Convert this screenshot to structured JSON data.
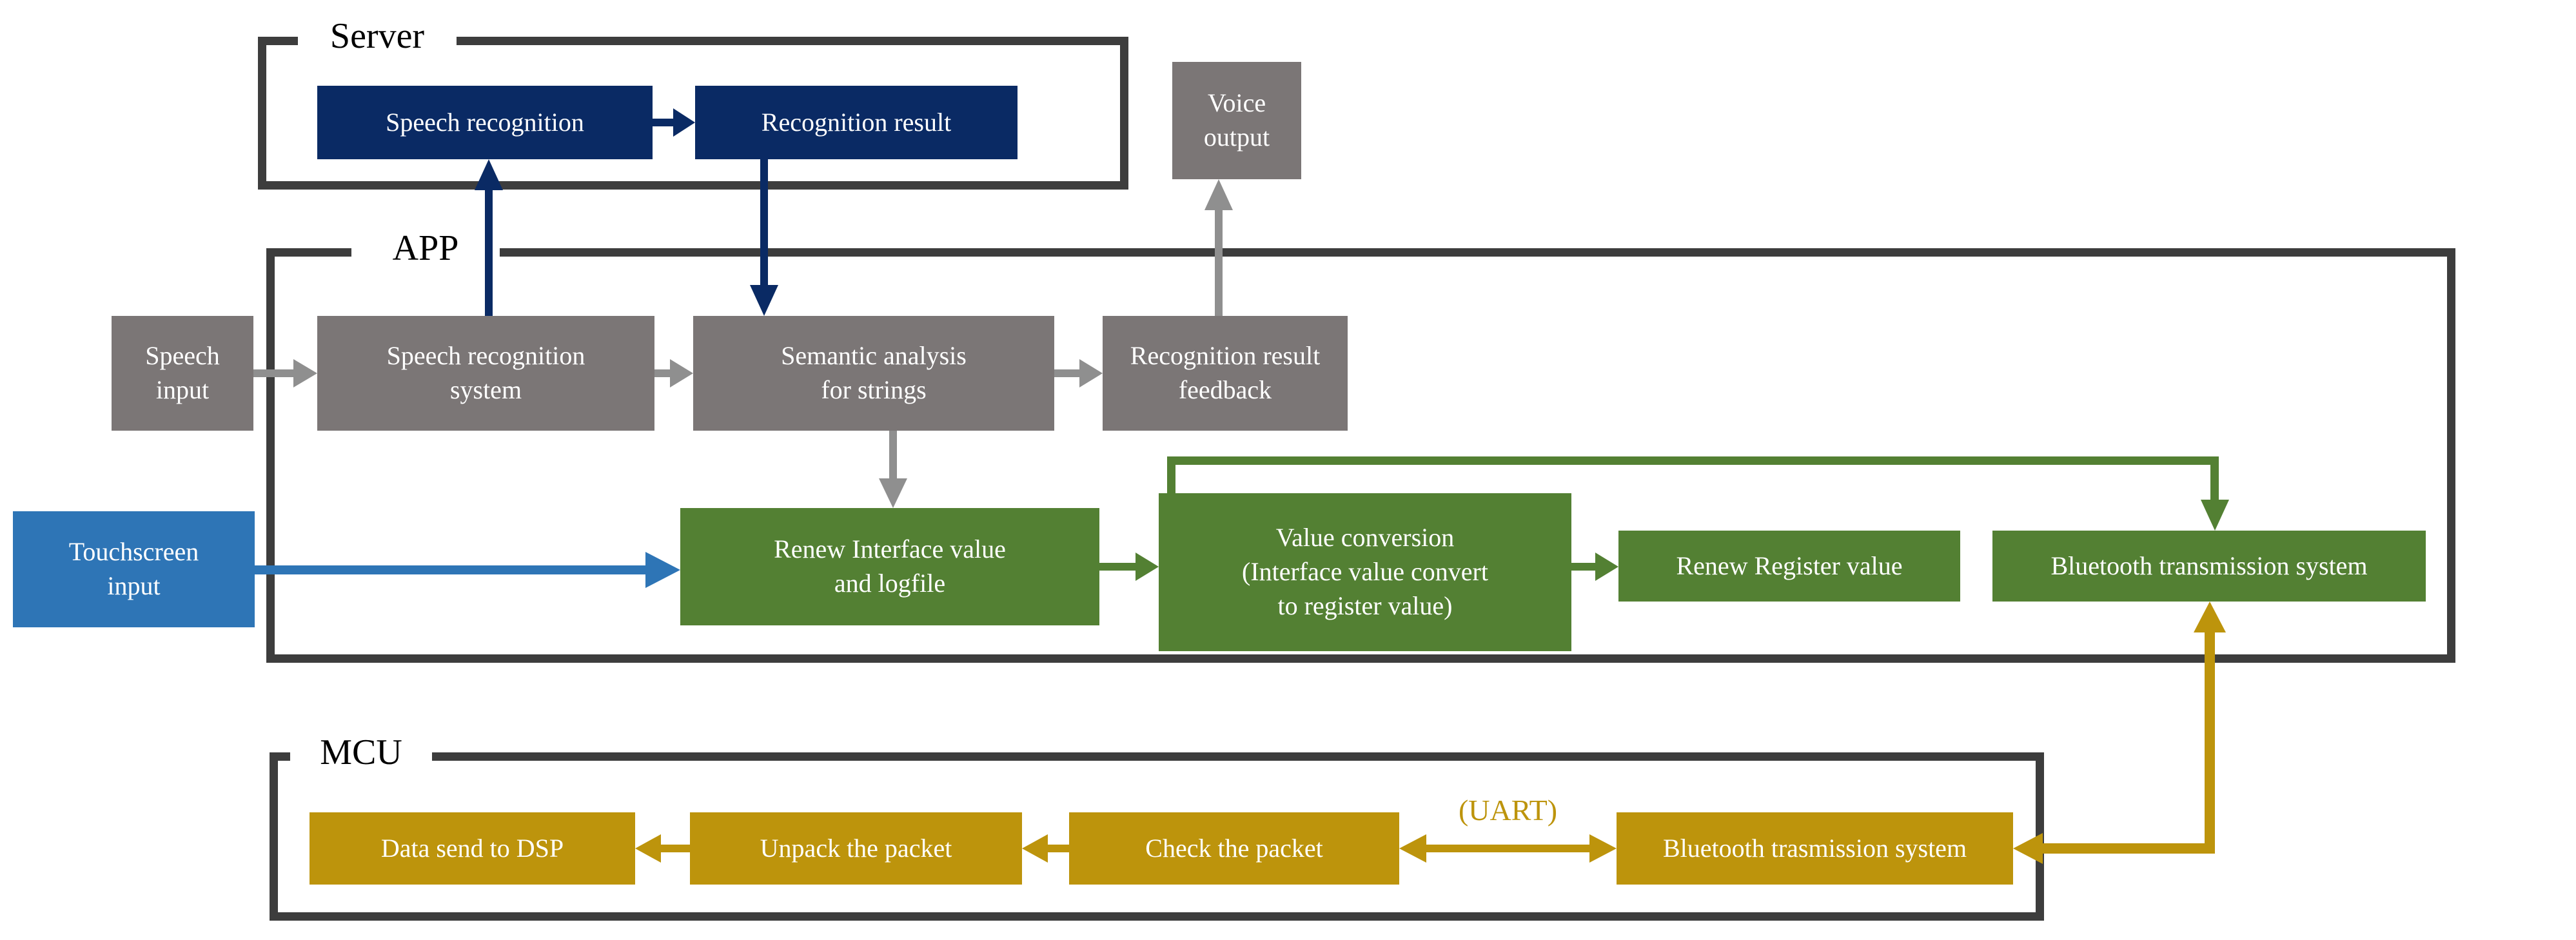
{
  "palette": {
    "navy": "#0a2a64",
    "gray_box": "#7b7676",
    "gray_arrow": "#8f8f8f",
    "green": "#538033",
    "blue": "#2e75b6",
    "gold": "#bd940c",
    "frame": "#3d3d3d",
    "text_on_box": "#ffffff",
    "label_text": "#000000"
  },
  "sections": {
    "server": {
      "label": "Server"
    },
    "app": {
      "label": "APP"
    },
    "mcu": {
      "label": "MCU"
    }
  },
  "nodes": {
    "speech_recognition": {
      "label": "Speech recognition"
    },
    "recognition_result": {
      "label": "Recognition result"
    },
    "voice_output": {
      "label": "Voice\noutput"
    },
    "speech_input": {
      "label": "Speech\ninput"
    },
    "speech_recognition_system": {
      "label": "Speech recognition\nsystem"
    },
    "semantic_analysis": {
      "label": "Semantic analysis\nfor strings"
    },
    "recognition_result_feedback": {
      "label": "Recognition result\nfeedback"
    },
    "touchscreen_input": {
      "label": "Touchscreen\ninput"
    },
    "renew_interface": {
      "label": "Renew Interface value\nand logfile"
    },
    "value_conversion": {
      "label": "Value conversion\n(Interface value convert\nto register value)"
    },
    "renew_register": {
      "label": "Renew Register value"
    },
    "bluetooth_app": {
      "label": "Bluetooth transmission system"
    },
    "data_send_dsp": {
      "label": "Data send to DSP"
    },
    "unpack_packet": {
      "label": "Unpack the packet"
    },
    "check_packet": {
      "label": "Check the packet"
    },
    "bluetooth_mcu": {
      "label": "Bluetooth trasmission system"
    }
  },
  "connector_labels": {
    "uart": "(UART)"
  }
}
